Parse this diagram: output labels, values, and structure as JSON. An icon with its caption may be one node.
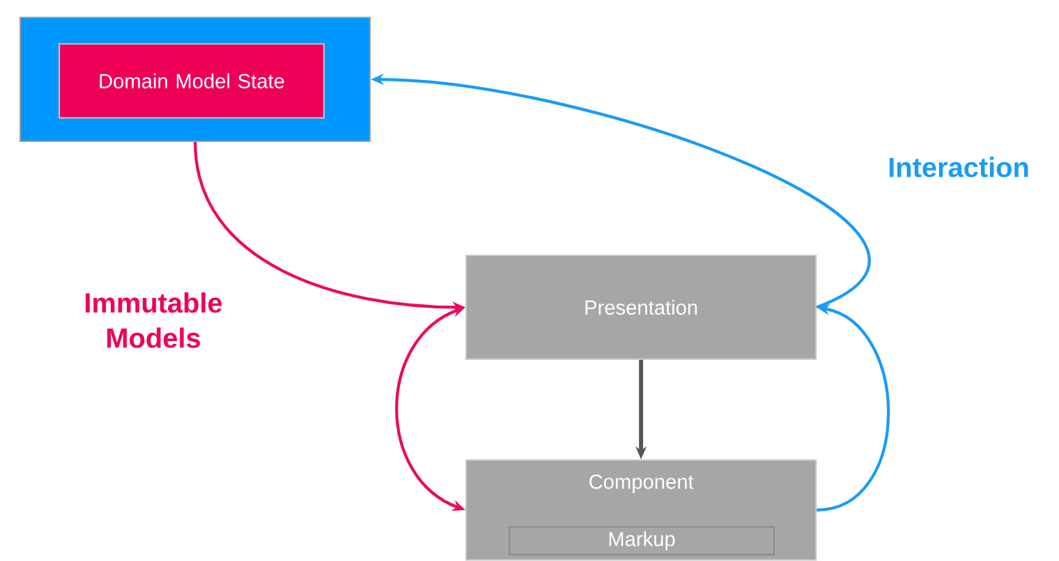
{
  "diagram": {
    "nodes": [
      {
        "text": [],
        "shape": "box"
      },
      {
        "text": [
          "Domain Model State"
        ],
        "in": 0
      },
      {
        "text": [
          "Presentation"
        ]
      },
      {
        "text": [
          "Component"
        ]
      },
      {
        "text": [
          "Markup"
        ],
        "in": 3
      }
    ],
    "edges": [
      {
        "from": 0,
        "to": 2,
        "arrow": "to",
        "color": "#ec0a5c"
      },
      {
        "from": 2,
        "to": 3,
        "arrow": "both",
        "color": "#ec0a5c"
      },
      {
        "from": 2,
        "to": 3,
        "arrow": "to",
        "color": "#555555"
      },
      {
        "from": 3,
        "to": 2,
        "arrow": "to",
        "color": "#1a9bf5"
      },
      {
        "from": 2,
        "to": 0,
        "arrow": "to",
        "color": "#1a9bf5"
      }
    ],
    "labels": [
      "Interaction",
      "Immutable Models"
    ]
  }
}
